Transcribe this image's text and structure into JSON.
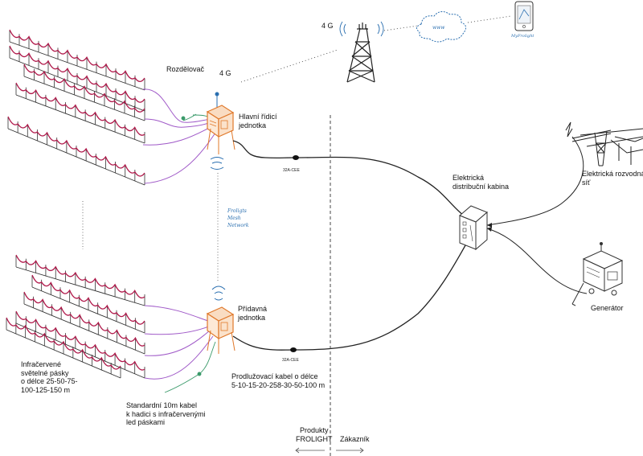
{
  "labels": {
    "splitter": "Rozdělovač",
    "net_4g_left": "4 G",
    "net_4g_top": "4 G",
    "cloud": "www",
    "app": "MyFrolight",
    "main_unit_line1": "Hlavní řídicí",
    "main_unit_line2": "jednotka",
    "connector_top": "32A-CEE",
    "connector_bottom": "32A-CEE",
    "mesh_line1": "Froligts",
    "mesh_line2": "Mesh",
    "mesh_line3": "Network",
    "cabinet_line1": "Elektrická",
    "cabinet_line2": "distribuční kabina",
    "grid_line1": "Elektrická rozvodná",
    "grid_line2": "síť",
    "generator": "Generátor",
    "aux_unit_line1": "Přídavná",
    "aux_unit_line2": "jednotka",
    "ir_line1": "Infračervené",
    "ir_line2": "světelné pásky",
    "ir_line3": "o délce 25-50-75-",
    "ir_line4": "100-125-150 m",
    "ext_line1": "Prodlužovací kabel o délce",
    "ext_line2": "5-10-15-20-258-30-50-100 m",
    "std_line1": "Standardní 10m kabel",
    "std_line2": "k hadici s infračervenými",
    "std_line3": "led páskami",
    "products_line1": "Produkty",
    "products_line2": "FROLIGHT",
    "customer": "Zákazník"
  },
  "colors": {
    "ir_strip": "#b0184a",
    "feed_cable": "#a05ac8",
    "unit_orange": "#e0782a",
    "accent_blue": "#2a6fb0",
    "sensor_green": "#3a9a6a",
    "ink": "#222222"
  }
}
